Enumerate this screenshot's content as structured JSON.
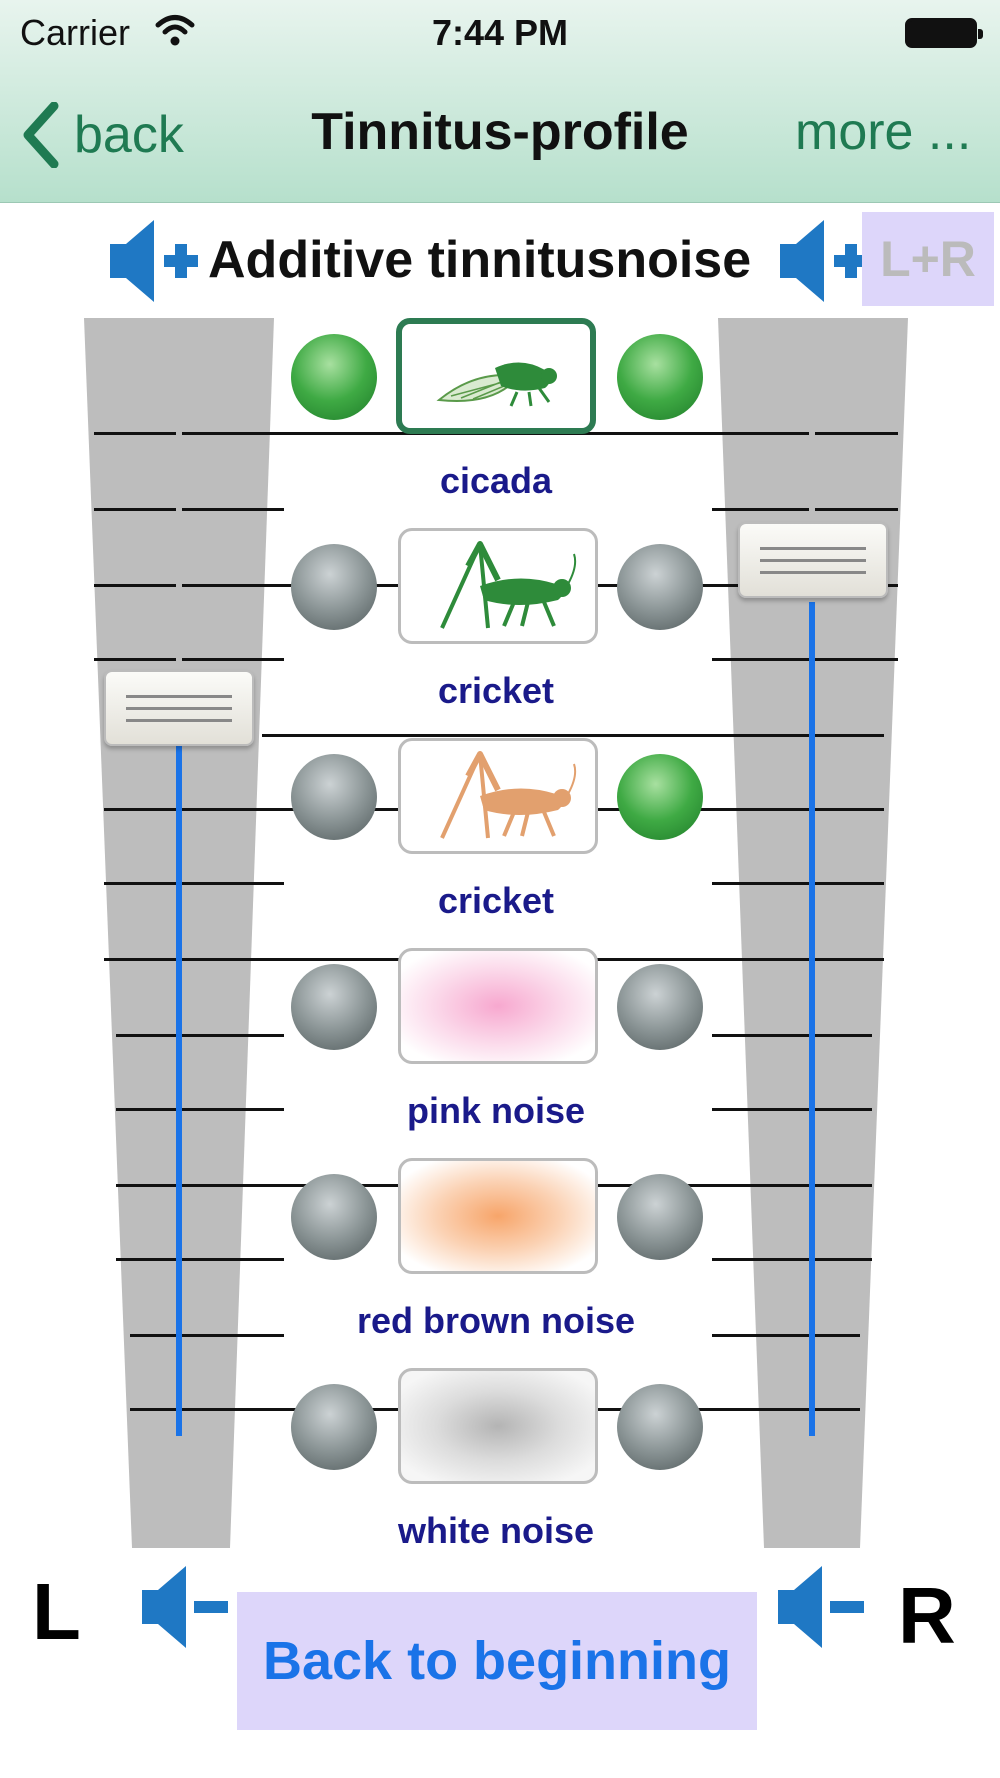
{
  "status_bar": {
    "carrier": "Carrier",
    "time": "7:44 PM"
  },
  "nav": {
    "back_label": "back",
    "title": "Tinnitus-profile",
    "more_label": "more ..."
  },
  "heading": {
    "title": "Additive tinnitusnoise",
    "lr_button": "L+R"
  },
  "sounds": [
    {
      "label": "cicada",
      "left_active": true,
      "right_active": true,
      "selected": true,
      "icon": "cicada-icon"
    },
    {
      "label": "cricket",
      "left_active": false,
      "right_active": false,
      "selected": false,
      "icon": "cricket-green-icon"
    },
    {
      "label": "cricket",
      "left_active": false,
      "right_active": true,
      "selected": false,
      "icon": "cricket-orange-icon"
    },
    {
      "label": "pink noise",
      "left_active": false,
      "right_active": false,
      "selected": false,
      "icon": "pink-noise-swatch"
    },
    {
      "label": "red brown noise",
      "left_active": false,
      "right_active": false,
      "selected": false,
      "icon": "red-brown-noise-swatch"
    },
    {
      "label": "white noise",
      "left_active": false,
      "right_active": false,
      "selected": false,
      "icon": "white-noise-swatch"
    }
  ],
  "sliders": {
    "left": {
      "label": "L",
      "level_percent": 70
    },
    "right": {
      "label": "R",
      "level_percent": 85
    }
  },
  "footer": {
    "back_to_beginning": "Back to beginning"
  },
  "colors": {
    "nav_accent": "#1f7a52",
    "label_blue": "#1a1a8a",
    "slider_blue": "#1a73e8",
    "active_green": "#3faa44",
    "button_bg": "#ddd6fa"
  },
  "icons": [
    "wifi-icon",
    "battery-icon",
    "chevron-left-icon",
    "speaker-plus-icon",
    "speaker-minus-icon"
  ]
}
